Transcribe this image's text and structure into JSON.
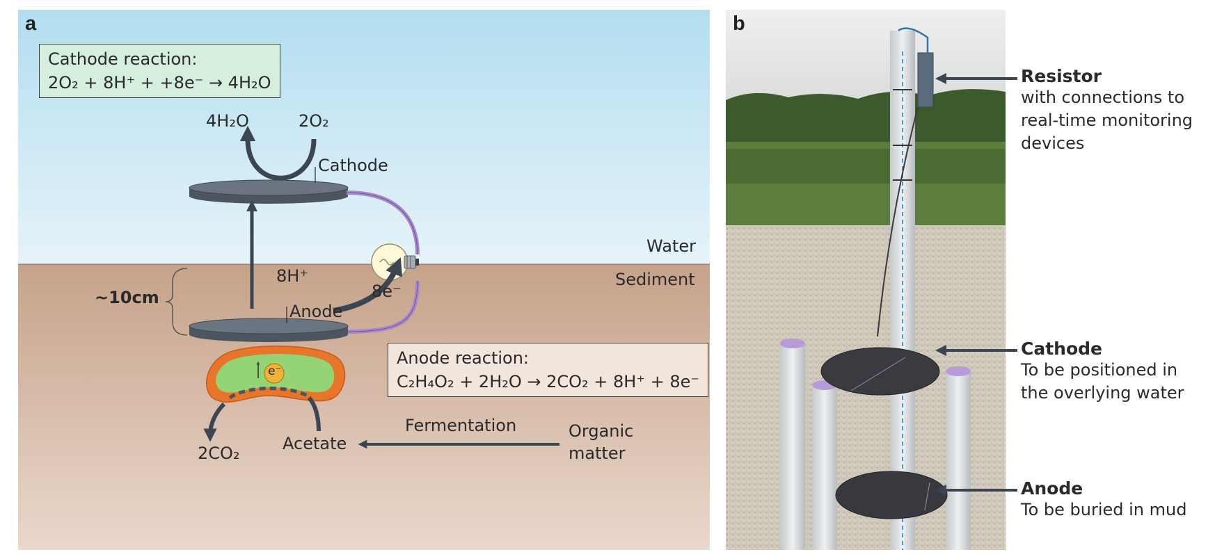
{
  "panel_a": {
    "letter": "a",
    "cathode_box": {
      "title": "Cathode reaction:",
      "equation": "2O₂ + 8H⁺ + +8e⁻ → 4H₂O"
    },
    "product_label": "4H₂O",
    "reactant_label": "2O₂",
    "cathode_label": "Cathode",
    "water_label": "Water",
    "sediment_label": "Sediment",
    "proton_label": "8H⁺",
    "electron_label": "8e⁻",
    "depth_label": "~10cm",
    "anode_label": "Anode",
    "anode_box": {
      "title": "Anode reaction:",
      "equation": "C₂H₄O₂ + 2H₂O → 2CO₂ + 8H⁺ + 8e⁻"
    },
    "bacterium_electron": "e⁻",
    "co2_label": "2CO₂",
    "acetate_label": "Acetate",
    "fermentation_label": "Fermentation",
    "organic_label_line1": "Organic",
    "organic_label_line2": "matter",
    "colors": {
      "water_top": "#b5dff1",
      "water_bottom": "#e3f1f8",
      "sediment_top": "#c8a58d",
      "sediment_bottom": "#e8d5c8",
      "electrode": "#5a6570",
      "arrow": "#3c4651",
      "wire": "#9b7bc0",
      "bacterium_outer": "#e8762a",
      "bacterium_inner": "#8fd16f",
      "cathode_box_fill": "#d6eedd"
    }
  },
  "panel_b": {
    "letter": "b",
    "callouts": [
      {
        "title": "Resistor",
        "lines": [
          "with connections to",
          "real-time monitoring",
          "devices"
        ]
      },
      {
        "title": "Cathode",
        "lines": [
          "To be positioned in",
          "the overlying water"
        ]
      },
      {
        "title": "Anode",
        "lines": [
          "To be buried in mud"
        ]
      }
    ]
  }
}
